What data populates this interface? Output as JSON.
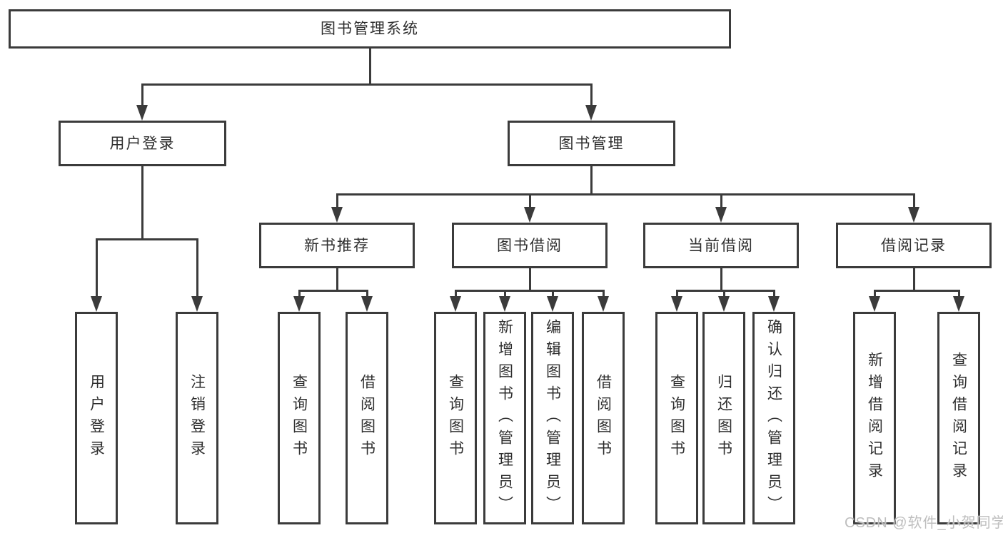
{
  "diagram": {
    "root": {
      "label": "图书管理系统"
    },
    "level2": [
      {
        "id": "user-login",
        "label": "用户登录",
        "parent": "图书管理系统"
      },
      {
        "id": "book-management",
        "label": "图书管理",
        "parent": "图书管理系统"
      }
    ],
    "level3": [
      {
        "id": "new-book-recommend",
        "label": "新书推荐",
        "parent": "图书管理"
      },
      {
        "id": "book-borrow",
        "label": "图书借阅",
        "parent": "图书管理"
      },
      {
        "id": "current-borrow",
        "label": "当前借阅",
        "parent": "图书管理"
      },
      {
        "id": "borrow-record",
        "label": "借阅记录",
        "parent": "图书管理"
      }
    ],
    "level4": [
      {
        "id": "leaf-user-login",
        "label": "用户登录",
        "parent": "用户登录"
      },
      {
        "id": "leaf-logout",
        "label": "注销登录",
        "parent": "用户登录"
      },
      {
        "id": "leaf-query-books-1",
        "label": "查询图书",
        "parent": "新书推荐"
      },
      {
        "id": "leaf-borrow-books-1",
        "label": "借阅图书",
        "parent": "新书推荐"
      },
      {
        "id": "leaf-query-books-2",
        "label": "查询图书",
        "parent": "图书借阅"
      },
      {
        "id": "leaf-add-book-admin",
        "label": "新增图书（管理员）",
        "parent": "图书借阅"
      },
      {
        "id": "leaf-edit-book-admin",
        "label": "编辑图书（管理员）",
        "parent": "图书借阅"
      },
      {
        "id": "leaf-borrow-books-2",
        "label": "借阅图书",
        "parent": "图书借阅"
      },
      {
        "id": "leaf-query-books-3",
        "label": "查询图书",
        "parent": "当前借阅"
      },
      {
        "id": "leaf-return-book",
        "label": "归还图书",
        "parent": "当前借阅"
      },
      {
        "id": "leaf-confirm-return-admin",
        "label": "确认归还（管理员）",
        "parent": "当前借阅"
      },
      {
        "id": "leaf-add-borrow-record",
        "label": "新增借阅记录",
        "parent": "借阅记录"
      },
      {
        "id": "leaf-query-borrow-record",
        "label": "查询借阅记录",
        "parent": "借阅记录"
      }
    ]
  },
  "watermark": {
    "text": "CSDN @软件_小贺同学"
  },
  "colors": {
    "line": "#3b3b3b",
    "text": "#2e2e2e",
    "background": "#ffffff"
  }
}
